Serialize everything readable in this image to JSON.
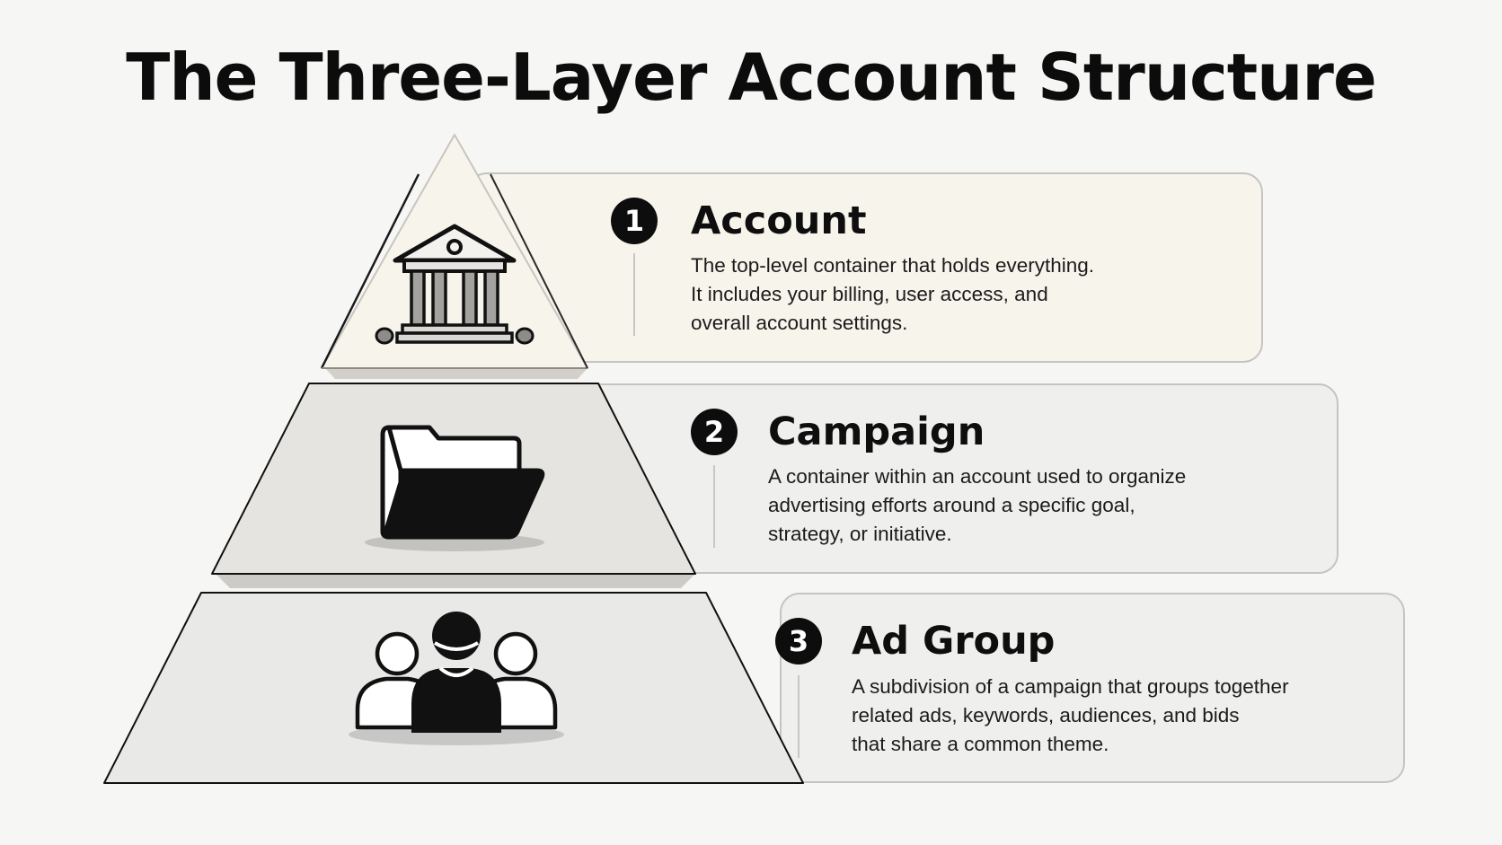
{
  "title": "The Three-Layer Account Structure",
  "layers": [
    {
      "number": "1",
      "name": "Account",
      "icon": "bank-building-icon",
      "fill": "#f7f4ec",
      "description_lines": [
        "The top-level container that holds everything.",
        "It includes your billing, user access, and",
        "overall account settings."
      ]
    },
    {
      "number": "2",
      "name": "Campaign",
      "icon": "open-folder-icon",
      "fill": "#e6e4e0",
      "description_lines": [
        "A container within an account used to organize",
        "advertising efforts around a specific goal,",
        "strategy, or initiative."
      ]
    },
    {
      "number": "3",
      "name": "Ad Group",
      "icon": "people-group-icon",
      "fill": "#e9e9e8",
      "description_lines": [
        "A subdivision of a campaign that groups together",
        "related ads, keywords, audiences, and bids",
        "that share a common theme."
      ]
    }
  ]
}
